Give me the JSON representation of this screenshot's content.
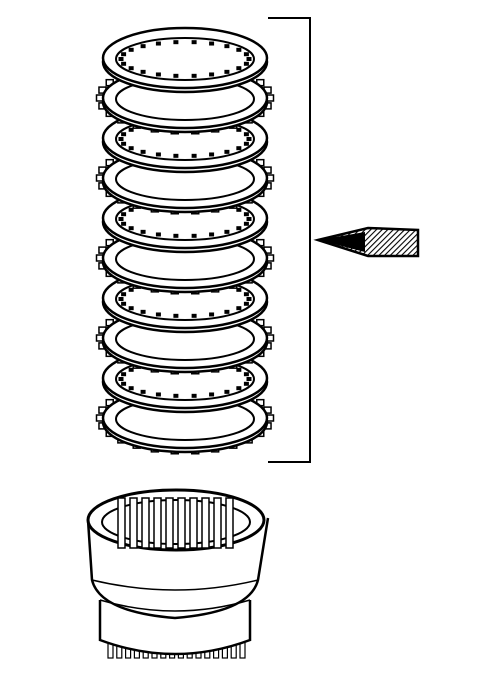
{
  "figure": {
    "parts": [
      {
        "name": "clutch-plate",
        "kind": "friction",
        "count": 5
      },
      {
        "name": "clutch-plate",
        "kind": "steel",
        "count": 5
      },
      {
        "name": "clutch-hub"
      }
    ],
    "callout": {
      "style": "bracket",
      "pointer": "hatched-arrow"
    },
    "colors": {
      "ink": "#000000",
      "paper": "#ffffff"
    }
  }
}
